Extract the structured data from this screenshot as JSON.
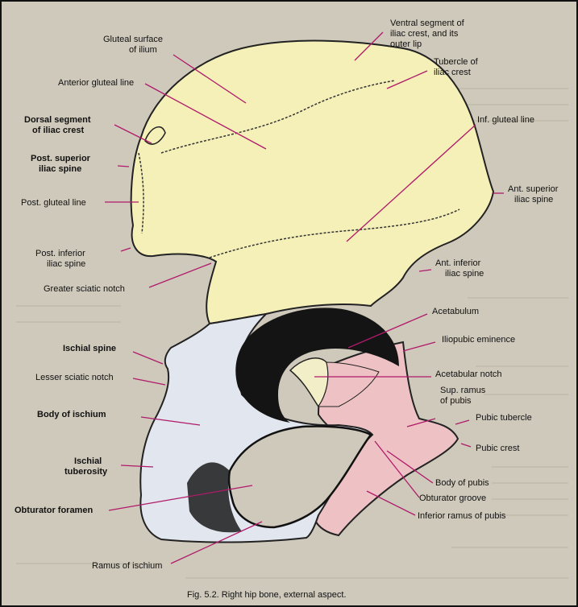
{
  "figure": {
    "caption": "Fig. 5.2. Right hip bone, external aspect.",
    "colors": {
      "ilium": "#f5efb8",
      "ischium": "#e2e6ee",
      "pubis": "#eec2c4",
      "leader_line": "#b01a6a",
      "page": "#cfc9bb"
    }
  },
  "labels": {
    "ventral_segment": [
      "Ventral segment of",
      "iliac crest, and its",
      "outer lip"
    ],
    "gluteal_surface": [
      "Gluteal surface",
      "of ilium"
    ],
    "tubercle_iliac_crest": [
      "Tubercle of",
      "iliac crest"
    ],
    "anterior_gluteal_line": "Anterior gluteal line",
    "dorsal_segment": [
      "Dorsal segment",
      "of iliac crest"
    ],
    "inf_gluteal_line": "Inf. gluteal line",
    "post_superior_iliac_spine": [
      "Post. superior",
      "iliac spine"
    ],
    "ant_superior_iliac_spine": [
      "Ant. superior",
      "iliac spine"
    ],
    "post_gluteal_line": "Post. gluteal line",
    "post_inferior_iliac_spine": [
      "Post. inferior",
      "iliac spine"
    ],
    "ant_inferior_iliac_spine": [
      "Ant. inferior",
      "iliac spine"
    ],
    "greater_sciatic_notch": "Greater sciatic notch",
    "acetabulum": "Acetabulum",
    "iliopubic_eminence": "Iliopubic eminence",
    "ischial_spine": "Ischial spine",
    "acetabular_notch": "Acetabular notch",
    "lesser_sciatic_notch": "Lesser sciatic notch",
    "sup_ramus_pubis": [
      "Sup. ramus",
      "of pubis"
    ],
    "body_of_ischium": "Body of ischium",
    "pubic_tubercle": "Pubic tubercle",
    "pubic_crest": "Pubic crest",
    "ischial_tuberosity": [
      "Ischial",
      "tuberosity"
    ],
    "body_of_pubis": "Body of pubis",
    "obturator_groove": "Obturator groove",
    "obturator_foramen": "Obturator foramen",
    "inferior_ramus_pubis": "Inferior ramus of pubis",
    "ramus_of_ischium": "Ramus of ischium"
  }
}
